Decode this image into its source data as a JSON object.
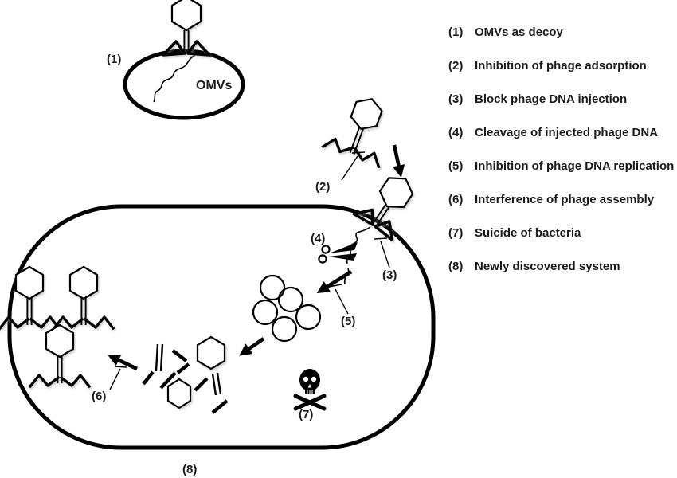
{
  "colors": {
    "ink": "#000000",
    "text": "#1a1a1a",
    "background": "#ffffff"
  },
  "diagram": {
    "omv_label": "OMVs",
    "markers": {
      "m1": "(1)",
      "m2": "(2)",
      "m3": "(3)",
      "m4": "(4)",
      "m5": "(5)",
      "m6": "(6)",
      "m7": "(7)",
      "m8": "(8)"
    },
    "icons": {
      "phage_icon": "hexagon-head bacteriophage",
      "omv_icon": "vesicle ellipse",
      "cell_icon": "rounded bacterial cell outline",
      "dna_icon": "squiggle line",
      "scissors_icon": "✂",
      "replication_icon": "cluster of circles",
      "skull_icon": "☠"
    }
  },
  "legend": {
    "items": [
      {
        "number": "(1)",
        "label": "OMVs as decoy"
      },
      {
        "number": "(2)",
        "label": "Inhibition of phage adsorption"
      },
      {
        "number": "(3)",
        "label": "Block phage DNA injection"
      },
      {
        "number": "(4)",
        "label": "Cleavage of injected phage DNA"
      },
      {
        "number": "(5)",
        "label": "Inhibition of phage DNA replication"
      },
      {
        "number": "(6)",
        "label": "Interference of phage assembly"
      },
      {
        "number": "(7)",
        "label": "Suicide of bacteria"
      },
      {
        "number": "(8)",
        "label": "Newly discovered system"
      }
    ]
  }
}
